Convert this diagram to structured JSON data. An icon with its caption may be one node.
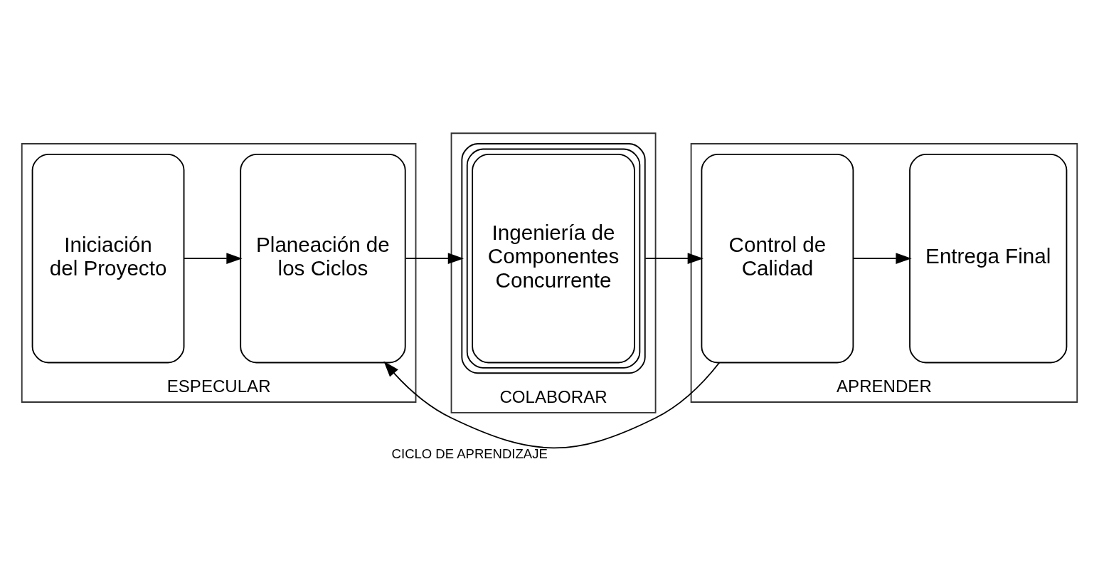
{
  "diagram": {
    "nodes": [
      {
        "text": [
          "ESPECULAR"
        ]
      },
      {
        "text": [
          "Iniciación del Proyecto"
        ],
        "in": 0
      },
      {
        "text": [
          "Planeación de los Ciclos"
        ],
        "in": 0
      },
      {
        "text": [
          "COLABORAR"
        ]
      },
      {
        "text": [
          "Ingeniería de Componentes Concurrente"
        ],
        "in": 3
      },
      {
        "text": [
          "APRENDER"
        ]
      },
      {
        "text": [
          "Control de Calidad"
        ],
        "in": 5
      },
      {
        "text": [
          "Entrega Final"
        ],
        "in": 5
      }
    ],
    "edges": [
      {
        "from": 1,
        "to": 2,
        "arrow": "to"
      },
      {
        "from": 2,
        "to": 4,
        "arrow": "to"
      },
      {
        "from": 4,
        "to": 6,
        "arrow": "to"
      },
      {
        "from": 6,
        "to": 7,
        "arrow": "to"
      },
      {
        "from": 6,
        "to": 2,
        "arrow": "to",
        "label": "CICLO DE APRENDIZAJE"
      }
    ]
  }
}
